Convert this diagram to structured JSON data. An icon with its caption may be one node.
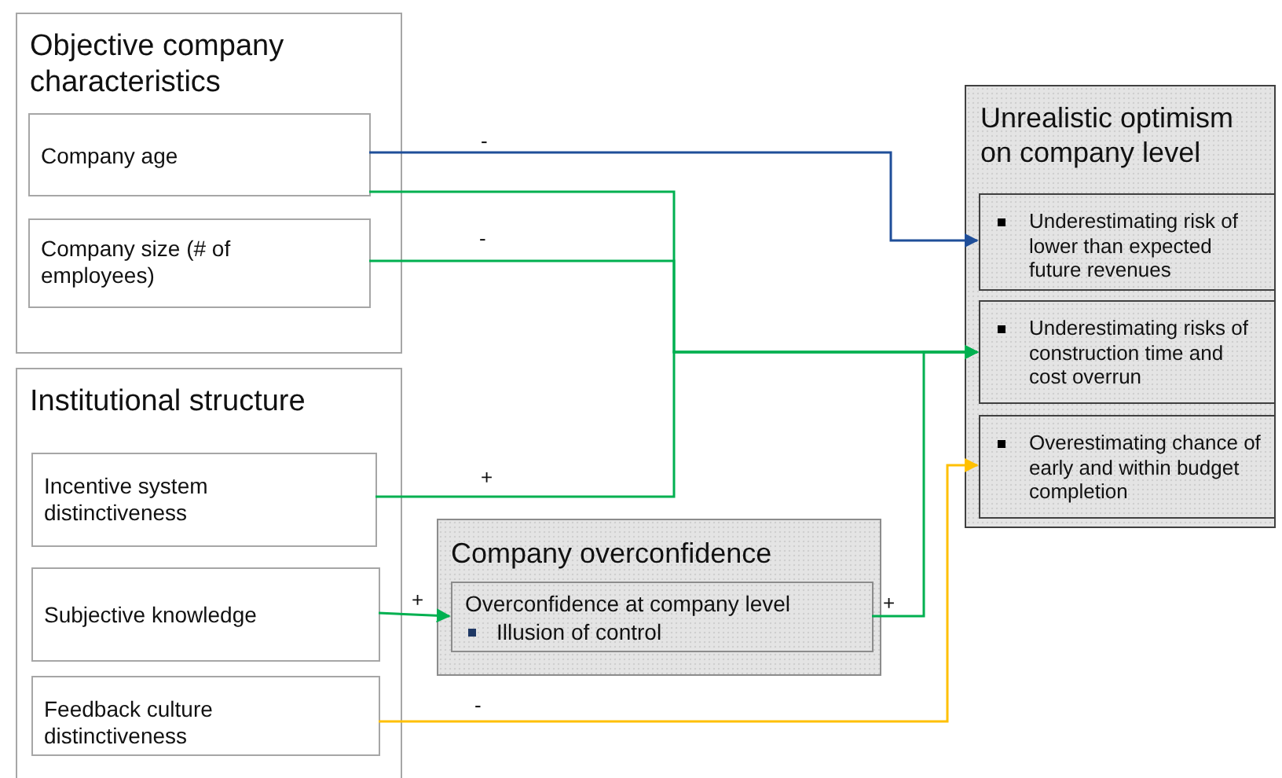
{
  "diagram": {
    "nodes": [
      {
        "text": [
          "Objective company characteristics"
        ]
      },
      {
        "text": [
          "Company age"
        ],
        "in": 0
      },
      {
        "text": [
          "Company size (# of employees)"
        ],
        "in": 0
      },
      {
        "text": [
          "Institutional structure"
        ]
      },
      {
        "text": [
          "Incentive system distinctiveness"
        ],
        "in": 3
      },
      {
        "text": [
          "Subjective knowledge"
        ],
        "in": 3
      },
      {
        "text": [
          "Feedback culture distinctiveness"
        ],
        "in": 3
      },
      {
        "text": [
          "Company overconfidence"
        ]
      },
      {
        "text": [
          "Overconfidence at company level",
          "Illusion of control"
        ],
        "in": 7
      },
      {
        "text": [
          "Unrealistic optimism on company level"
        ]
      },
      {
        "text": [
          "Underestimating risk of lower than expected future revenues"
        ],
        "in": 9
      },
      {
        "text": [
          "Underestimating risks of construction time and cost overrun"
        ],
        "in": 9
      },
      {
        "text": [
          "Overestimating chance of early and within budget completion"
        ],
        "in": 9
      }
    ],
    "edges": [
      {
        "from": 1,
        "to": 10,
        "arrow": "to",
        "label": "-",
        "color": "#1f4e99"
      },
      {
        "from": 1,
        "to": 11,
        "arrow": "to"
      },
      {
        "from": 2,
        "to": 11,
        "arrow": "to",
        "label": "-"
      },
      {
        "from": 4,
        "to": 11,
        "arrow": "to",
        "label": "+"
      },
      {
        "from": 5,
        "to": 8,
        "arrow": "to",
        "label": "+"
      },
      {
        "from": 8,
        "to": 11,
        "arrow": "to",
        "label": "+"
      },
      {
        "from": 6,
        "to": 12,
        "arrow": "to",
        "label": "-",
        "color": "#ffc000"
      }
    ]
  }
}
